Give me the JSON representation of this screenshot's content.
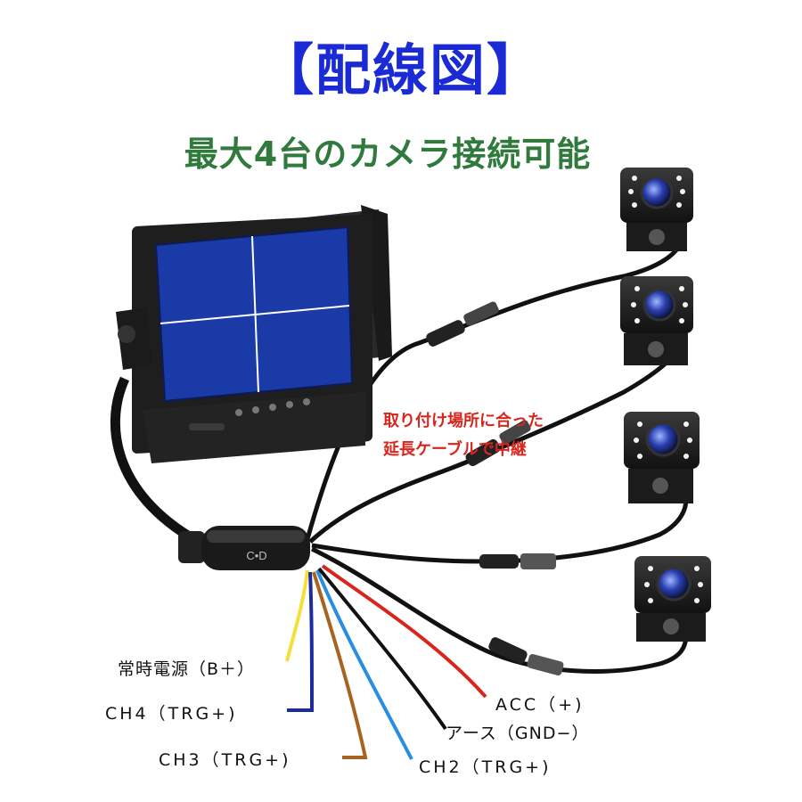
{
  "header": {
    "title": "【配線図】",
    "subtitle": "最大4台のカメラ接続可能"
  },
  "monitor": {
    "hub_label": "C•D"
  },
  "note": {
    "line1": "取り付け場所に合った",
    "line2": "延長ケーブルで中継"
  },
  "wires": [
    {
      "label": "常時電源（B＋）",
      "color": "#f4e03a"
    },
    {
      "label": "CH4（TRG+)",
      "color": "#1c2c9c"
    },
    {
      "label": "CH3（TRG+)",
      "color": "#a8641e"
    },
    {
      "label": "CH2（TRG+)",
      "color": "#2a8ee0"
    },
    {
      "label": "アース（GND−）",
      "color": "#111111"
    },
    {
      "label": "ACC（+)",
      "color": "#d8261e"
    }
  ],
  "colors": {
    "title": "#1a2ad4",
    "subtitle": "#2f7a3c",
    "note": "#d8261e",
    "screen": "#1a3aa8",
    "cable": "#111111"
  },
  "icons": [
    "monitor-icon",
    "camera-icon",
    "connector-icon",
    "hub-icon"
  ]
}
